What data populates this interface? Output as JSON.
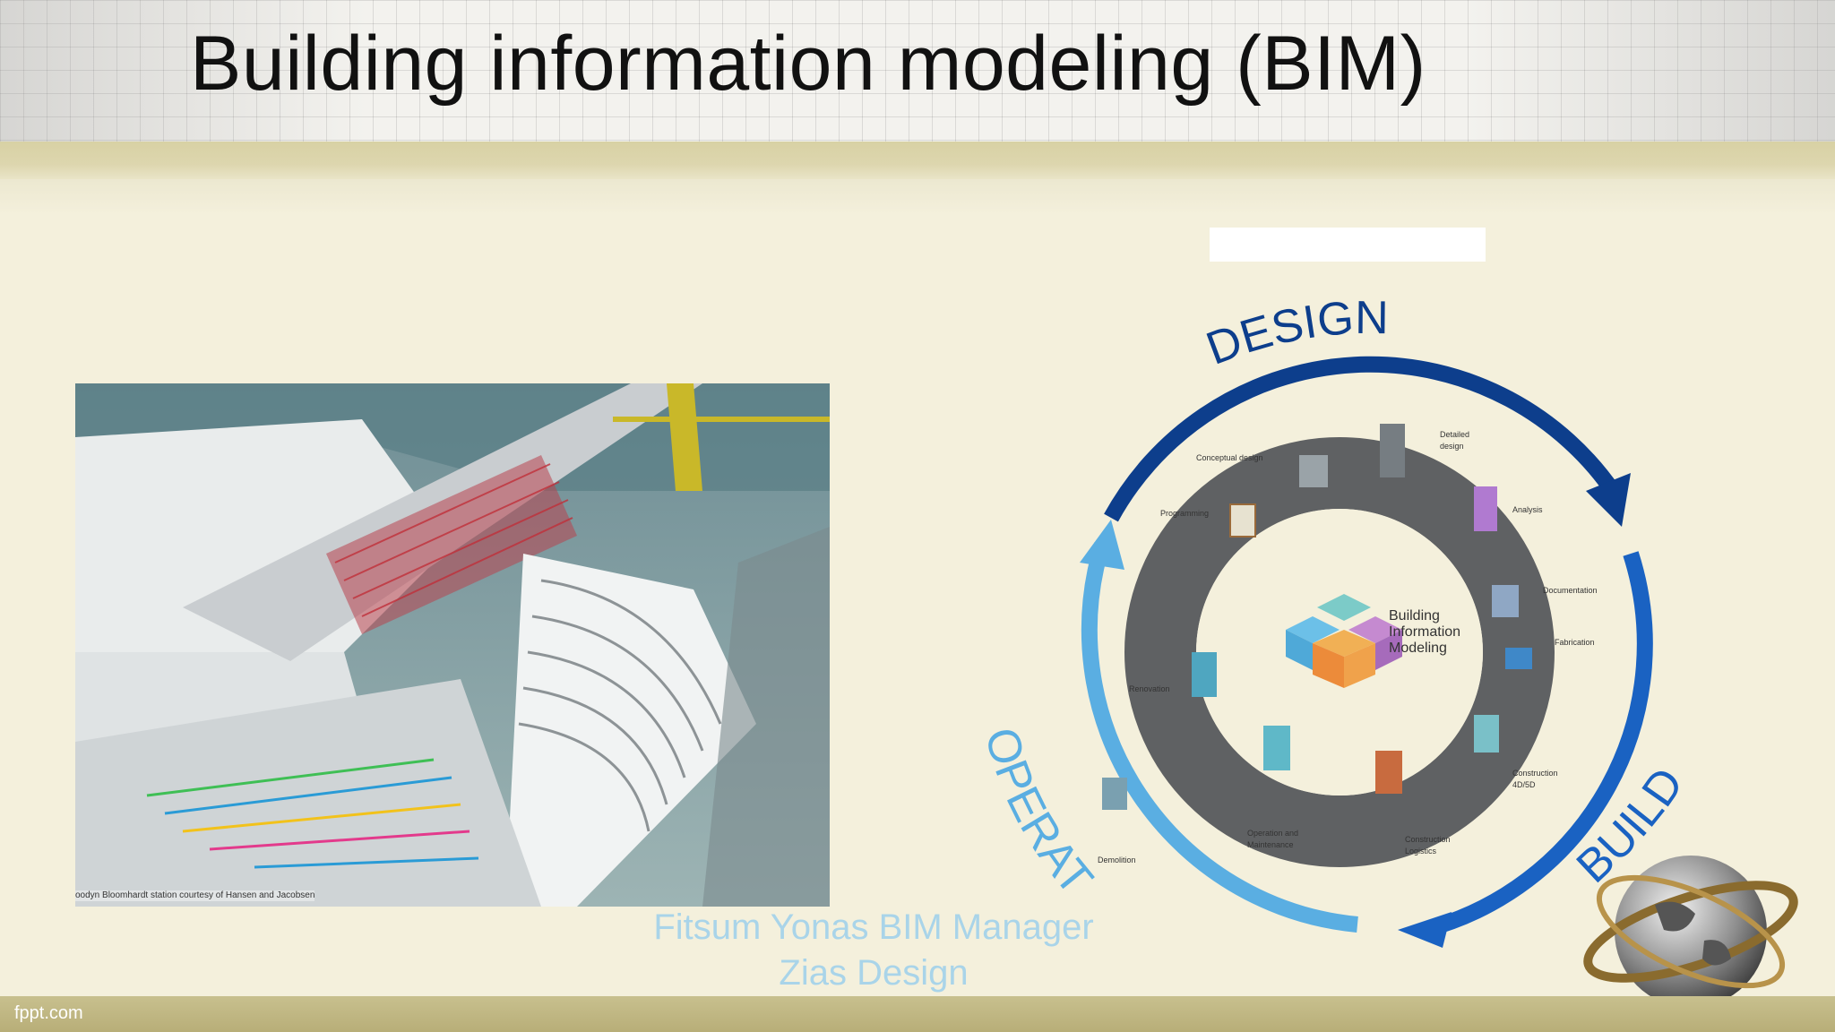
{
  "slide": {
    "title": "Building information modeling (BIM)",
    "photo_caption": "oodyn Bloomhardt station courtesy of Hansen and Jacobsen",
    "footer_line1": "Fitsum Yonas BIM Manager",
    "footer_line2": "Zias Design",
    "brand": "fppt.com"
  },
  "diagram": {
    "outer_labels": {
      "design": "DESIGN",
      "build": "BUILD",
      "operate": "OPERATE"
    },
    "center_line1": "Building",
    "center_line2": "Information",
    "center_line3": "Modeling",
    "stages": {
      "conceptual": "Conceptual design",
      "detailed1": "Detailed",
      "detailed2": "design",
      "programming": "Programming",
      "analysis": "Analysis",
      "documentation": "Documentation",
      "fabrication": "Fabrication",
      "renovation": "Renovation",
      "construction4d1": "Construction",
      "construction4d2": "4D/5D",
      "operation1": "Operation and",
      "operation2": "Maintenance",
      "logistics1": "Construction",
      "logistics2": "Logistics",
      "demolition": "Demolition"
    },
    "colors": {
      "design_arrow": "#0d3e8c",
      "build_arrow": "#1a62c2",
      "operate_arrow": "#5aaee2",
      "inner_ring": "#5f6163"
    }
  }
}
